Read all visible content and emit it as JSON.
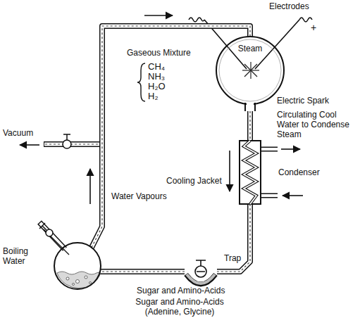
{
  "diagram": {
    "caption": "Sugar and Amino-Acids (Adenine, Glycine)",
    "nodes": [
      {
        "text": [
          "Steam"
        ]
      },
      {
        "text": [
          "Condenser"
        ]
      },
      {
        "text": [
          "Trap"
        ]
      },
      {
        "text": [
          "Boiling Water"
        ]
      }
    ],
    "edges": [
      {
        "from": 3,
        "to": 0,
        "arrow": "none"
      },
      {
        "from": 0,
        "to": 1,
        "arrow": "none"
      },
      {
        "from": 1,
        "to": 2,
        "arrow": "none"
      },
      {
        "from": 2,
        "to": 3,
        "arrow": "none"
      }
    ],
    "labels": [
      "Electrodes",
      "+",
      "Gaseous Mixture",
      "CH₄",
      "NH₃",
      "H₂O",
      "H₂",
      "Vacuum",
      "Electric Spark",
      "Circulating Cool Water to Condense Steam",
      "Cooling Jacket",
      "Water Vapours",
      "Sugar and Amino-Acids"
    ]
  }
}
